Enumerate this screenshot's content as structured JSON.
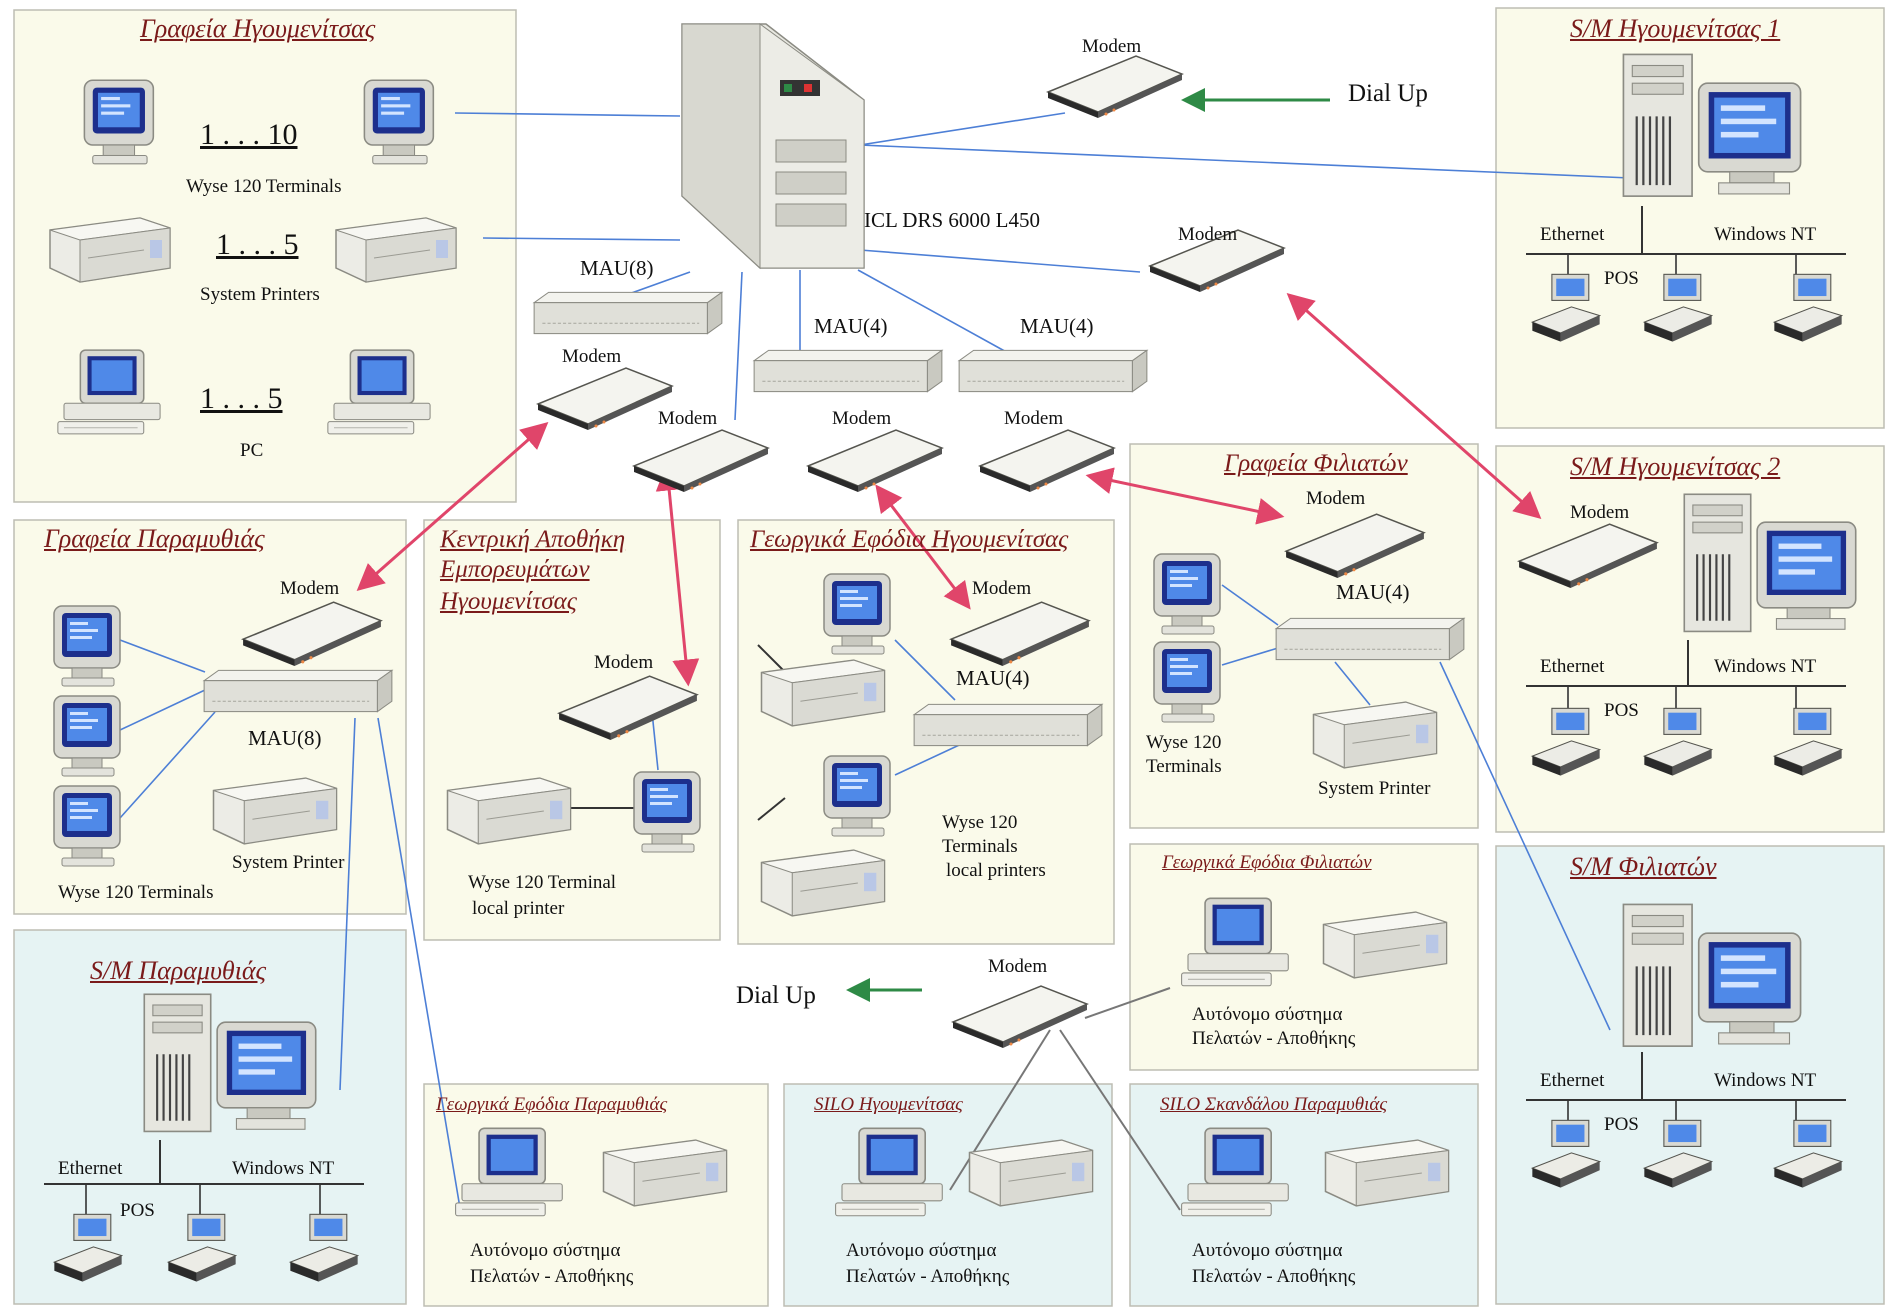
{
  "colors": {
    "panel_yellow": "#fafaea",
    "panel_blue": "#e6f3f3",
    "panel_border": "#bdbdb3",
    "network_line": "#4d7fd6",
    "modem_link": "#e0456a",
    "dialup_arrow": "#2e8a46",
    "title_text": "#7a1a1a"
  },
  "central": {
    "server_label": "ICL DRS 6000  L450",
    "mau8_label": "MAU(8)",
    "mau4_a_label": "MAU(4)",
    "mau4_b_label": "MAU(4)",
    "modem_labels": [
      "Modem",
      "Modem",
      "Modem",
      "Modem",
      "Modem",
      "Modem"
    ],
    "dialup_top": {
      "modem": "Modem",
      "label": "Dial Up"
    },
    "dialup_bottom": {
      "modem": "Modem",
      "label": "Dial Up"
    }
  },
  "offices_igoumenitsa": {
    "title": "Γραφεία Ηγουμενίτσας",
    "terminals_range": "1 . . . 10",
    "terminals_label": "Wyse 120 Terminals",
    "printers_range": "1 . . .  5",
    "printers_label": "System Printers",
    "pc_range": "1 . . . 5",
    "pc_label": "PC"
  },
  "offices_paramythia": {
    "title": "Γραφεία Παραμυθιάς",
    "modem": "Modem",
    "mau": "MAU(8)",
    "printer": "System Printer",
    "terminals": "Wyse 120 Terminals"
  },
  "warehouse": {
    "title_lines": [
      "Κεντρική Αποθήκη",
      "Εμπορευμάτων",
      "Ηγουμενίτσας"
    ],
    "modem": "Modem",
    "caption_lines": [
      "Wyse 120 Terminal",
      "local printer"
    ]
  },
  "agri_igoumenitsa": {
    "title": "Γεωργικά Εφόδια Ηγουμενίτσας",
    "modem": "Modem",
    "mau": "MAU(4)",
    "caption_lines": [
      "Wyse 120",
      "Terminals",
      "local printers"
    ]
  },
  "offices_filiates": {
    "title": "Γραφεία Φιλιατών",
    "modem": "Modem",
    "mau": "MAU(4)",
    "terminals_lines": [
      "Wyse 120",
      "Terminals"
    ],
    "printer": "System Printer"
  },
  "sm_igoumenitsa_1": {
    "title": "S/M Ηγουμενίτσας 1",
    "ethernet": "Ethernet",
    "os": "Windows NT",
    "pos": "POS"
  },
  "sm_igoumenitsa_2": {
    "title": "S/M Ηγουμενίτσας 2",
    "modem": "Modem",
    "ethernet": "Ethernet",
    "os": "Windows NT",
    "pos": "POS"
  },
  "sm_filiates": {
    "title": "S/M Φιλιατών",
    "ethernet": "Ethernet",
    "os": "Windows NT",
    "pos": "POS"
  },
  "sm_paramythia": {
    "title": "S/M Παραμυθιάς",
    "ethernet": "Ethernet",
    "os": "Windows NT",
    "pos": "POS"
  },
  "agri_filiates": {
    "title": "Γεωργικά Εφόδια Φιλιατών",
    "caption_lines": [
      "Αυτόνομο  σύστημα",
      "Πελατών - Αποθήκης"
    ]
  },
  "agri_paramythia": {
    "title": "Γεωργικά Εφόδια Παραμυθιάς",
    "caption_lines": [
      "Αυτόνομο  σύστημα",
      "Πελατών - Αποθήκης"
    ]
  },
  "silo_igoumenitsa": {
    "title": "SILO Ηγουμενίτσας",
    "caption_lines": [
      "Αυτόνομο  σύστημα",
      "Πελατών - Αποθήκης"
    ]
  },
  "silo_skandalou": {
    "title": "SILO Σκανδάλου Παραμυθιάς",
    "caption_lines": [
      "Αυτόνομο  σύστημα",
      "Πελατών - Αποθήκης"
    ]
  }
}
